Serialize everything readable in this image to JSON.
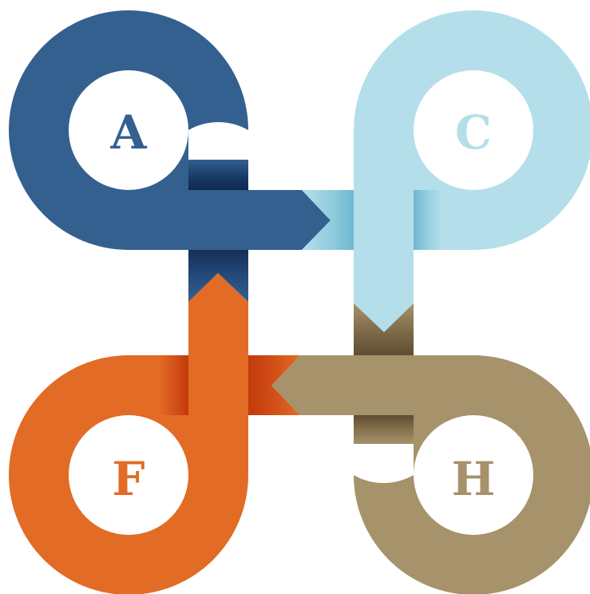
{
  "diagram": {
    "nodes": [
      {
        "id": "node-a",
        "label": "A",
        "color": "#34608f"
      },
      {
        "id": "node-c",
        "label": "C",
        "color": "#b4dfea"
      },
      {
        "id": "node-f",
        "label": "F",
        "color": "#e26b25"
      },
      {
        "id": "node-h",
        "label": "H",
        "color": "#a6926b"
      }
    ],
    "connections": [
      {
        "from": "A",
        "to": "C"
      },
      {
        "from": "C",
        "to": "H"
      },
      {
        "from": "H",
        "to": "F"
      },
      {
        "from": "F",
        "to": "A"
      }
    ],
    "inner_circle_color": "#ffffff"
  }
}
